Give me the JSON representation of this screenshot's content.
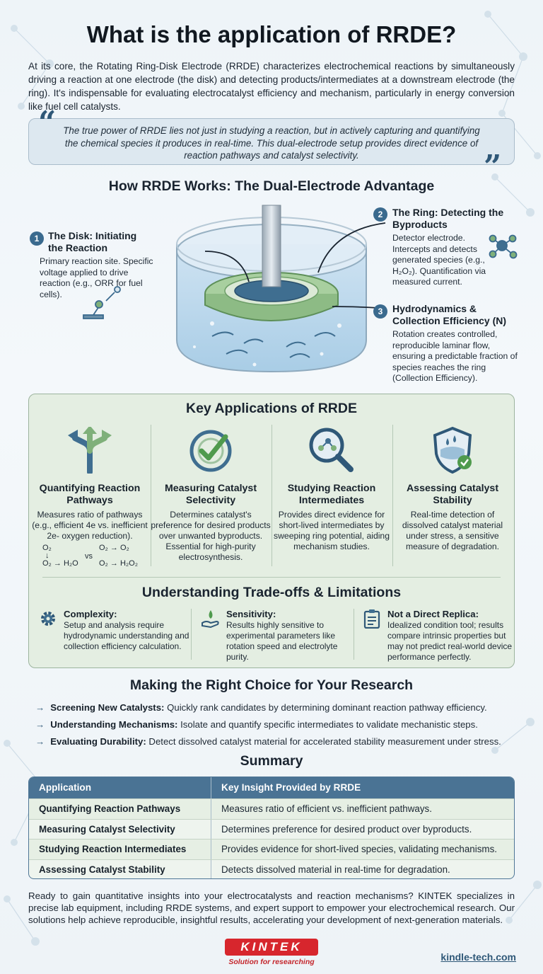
{
  "title": "What is the application of RRDE?",
  "intro": "At its core, the Rotating Ring-Disk Electrode (RRDE) characterizes electrochemical reactions by simultaneously driving a reaction at one electrode (the disk) and detecting products/intermediates at a downstream electrode (the ring). It's indispensable for evaluating electrocatalyst efficiency and mechanism, particularly in energy conversion like fuel cell catalysts.",
  "quote": "The true power of RRDE lies not just in studying a reaction, but in actively capturing and quantifying the chemical species it produces in real-time. This dual-electrode setup provides direct evidence of reaction pathways and catalyst selectivity.",
  "how": {
    "title": "How RRDE Works: The Dual-Electrode Advantage",
    "callouts": [
      {
        "num": "1",
        "title": "The Disk: Initiating the Reaction",
        "body": "Primary reaction site. Specific voltage applied to drive reaction (e.g., ORR for fuel cells)."
      },
      {
        "num": "2",
        "title": "The Ring: Detecting the Byproducts",
        "body": "Detector electrode. Intercepts and detects generated species (e.g., H₂O₂). Quantification via measured current."
      },
      {
        "num": "3",
        "title": "Hydrodynamics & Collection Efficiency (N)",
        "body": "Rotation creates controlled, reproducible laminar flow, ensuring a predictable fraction of species reaches the ring (Collection Efficiency)."
      }
    ]
  },
  "applications": {
    "title": "Key Applications of RRDE",
    "items": [
      {
        "title": "Quantifying Reaction Pathways",
        "body": "Measures ratio of pathways (e.g., efficient 4e vs. inefficient 2e- oxygen reduction).",
        "icon": "branching-arrows-icon"
      },
      {
        "title": "Measuring Catalyst Selectivity",
        "body": "Determines catalyst's preference for desired products over unwanted byproducts. Essential for high-purity electrosynthesis.",
        "icon": "target-check-icon"
      },
      {
        "title": "Studying Reaction Intermediates",
        "body": "Provides direct evidence for short-lived intermediates by sweeping ring potential, aiding mechanism studies.",
        "icon": "magnifier-molecule-icon"
      },
      {
        "title": "Assessing Catalyst Stability",
        "body": "Real-time detection of dissolved catalyst material under stress, a sensitive measure of degradation.",
        "icon": "shield-drop-icon"
      }
    ],
    "equation": {
      "left_top": "O₂",
      "left_bottom": "O₂ → H₂O",
      "vs": "vs",
      "right_top": "O₂ → O₂",
      "right_bottom": "O₂ → H₂O₂"
    }
  },
  "tradeoffs": {
    "title": "Understanding Trade-offs & Limitations",
    "items": [
      {
        "title": "Complexity:",
        "body": "Setup and analysis require hydrodynamic understanding and collection efficiency calculation.",
        "icon": "gear-icon"
      },
      {
        "title": "Sensitivity:",
        "body": "Results highly sensitive to experimental parameters like rotation speed and electrolyte purity.",
        "icon": "hand-drop-icon"
      },
      {
        "title": "Not a Direct Replica:",
        "body": "Idealized condition tool; results compare intrinsic properties but may not predict real-world device performance perfectly.",
        "icon": "clipboard-icon"
      }
    ]
  },
  "choice": {
    "title": "Making the Right Choice for Your Research",
    "items": [
      {
        "key": "Screening New Catalysts:",
        "text": "Quickly rank candidates by determining dominant reaction pathway efficiency."
      },
      {
        "key": "Understanding Mechanisms:",
        "text": "Isolate and quantify specific intermediates to validate mechanistic steps."
      },
      {
        "key": "Evaluating Durability:",
        "text": "Detect dissolved catalyst material for accelerated stability measurement under stress."
      }
    ]
  },
  "summary": {
    "title": "Summary",
    "headers": [
      "Application",
      "Key Insight Provided by RRDE"
    ],
    "rows": [
      [
        "Quantifying Reaction Pathways",
        "Measures ratio of efficient vs. inefficient pathways."
      ],
      [
        "Measuring Catalyst Selectivity",
        "Determines preference for desired product over byproducts."
      ],
      [
        "Studying Reaction Intermediates",
        "Provides evidence for short-lived species, validating mechanisms."
      ],
      [
        "Assessing Catalyst Stability",
        "Detects dissolved material in real-time for degradation."
      ]
    ]
  },
  "closing": "Ready to gain quantitative insights into your electrocatalysts and reaction mechanisms? KINTEK specializes in precise lab equipment, including RRDE systems, and expert support to empower your electrochemical research. Our solutions help achieve reproducible, insightful results, accelerating your development of next-generation materials.",
  "brand": {
    "name": "KINTEK",
    "tagline": "Solution for researching",
    "website": "kindle-tech.com"
  },
  "colors": {
    "accent": "#3a6a8e",
    "panel": "#e4eee2",
    "brand_red": "#d7262d"
  }
}
